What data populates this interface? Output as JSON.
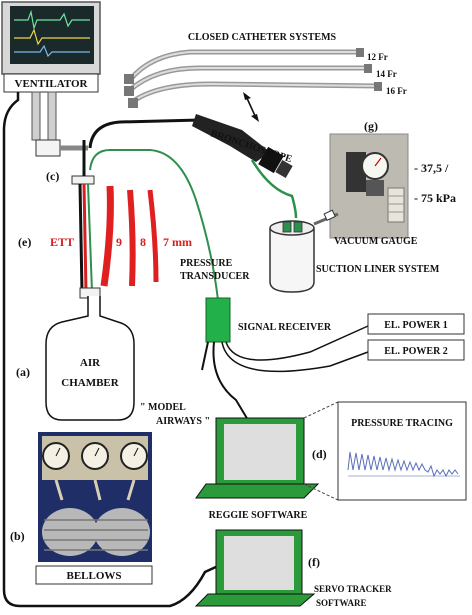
{
  "labels": {
    "ventilator": "VENTILATOR",
    "closed_catheter": "CLOSED CATHETER SYSTEMS",
    "fr12": "12 Fr",
    "fr14": "14 Fr",
    "fr16": "16 Fr",
    "bronchoscope": "BRONCHOSCOPE",
    "g": "(g)",
    "c": "(c)",
    "kpa1": "- 37,5 /",
    "kpa2": "- 75 kPa",
    "vacuum_gauge": "VACUUM GAUGE",
    "e": "(e)",
    "ett": "ETT",
    "n9": "9",
    "n8": "8",
    "n7": "7 mm",
    "pressure_transducer_1": "PRESSURE",
    "pressure_transducer_2": "TRANSDUCER",
    "suction_liner": "SUCTION LINER SYSTEM",
    "signal_receiver": "SIGNAL RECEIVER",
    "el_power_1": "EL. POWER 1",
    "el_power_2": "EL. POWER 2",
    "a": "(a)",
    "air_chamber_1": "AIR",
    "air_chamber_2": "CHAMBER",
    "model_airways_1": "\" MODEL",
    "model_airways_2": "AIRWAYS \"",
    "pressure_tracing": "PRESSURE  TRACING",
    "d": "(d)",
    "b": "(b)",
    "reggie": "REGGIE SOFTWARE",
    "bellows": "BELLOWS",
    "f": "(f)",
    "servo_1": "SERVO TRACKER",
    "servo_2": "SOFTWARE"
  },
  "colors": {
    "tube_black": "#111111",
    "tube_green": "#2f8f4e",
    "ett_red": "#e02020",
    "transducer_green": "#22b04a",
    "laptop_body": "#2a9a3a",
    "tracing_blue": "#5a6fb8"
  }
}
